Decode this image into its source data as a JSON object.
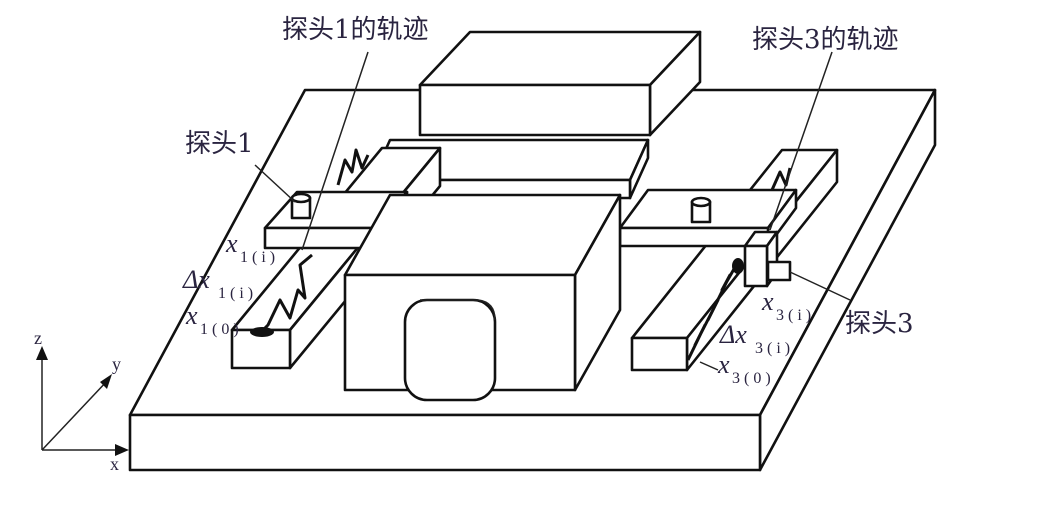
{
  "labels": {
    "probe1_track": "探头1的轨迹",
    "probe3_track": "探头3的轨迹",
    "probe1": "探头1",
    "probe3": "探头3"
  },
  "symbols": {
    "x1i": {
      "var": "x",
      "sub": "1 ( i )"
    },
    "dx1i": {
      "var": "Δx",
      "sub": "1 ( i )"
    },
    "x10": {
      "var": "x",
      "sub": "1 ( 0 )"
    },
    "x3i": {
      "var": "x",
      "sub": "3 ( i )"
    },
    "dx3i": {
      "var": "Δx",
      "sub": "3 ( i )"
    },
    "x30": {
      "var": "x",
      "sub": "3 ( 0 )"
    }
  },
  "axes": {
    "z": "z",
    "y": "y",
    "x": "x"
  }
}
